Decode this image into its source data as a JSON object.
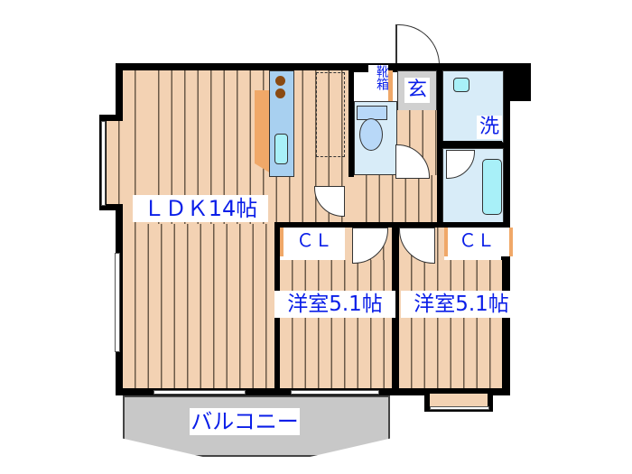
{
  "floorplan": {
    "rooms": {
      "ldk": "ＬＤＫ14帖",
      "western_room_1": "洋室5.1帖",
      "western_room_2": "洋室5.1帖",
      "closet_1": "ＣＬ",
      "closet_2": "ＣＬ",
      "entrance": "玄",
      "shoe_box": "靴箱",
      "washroom": "洗",
      "balcony": "バルコニー"
    },
    "colors": {
      "floor": "#f3d2b3",
      "wet_area": "#d8ecf8",
      "label_text": "#0a1ee8",
      "wall": "#000000",
      "balcony": "#c8c8c8",
      "kitchen_counter": "#f0a868"
    }
  }
}
